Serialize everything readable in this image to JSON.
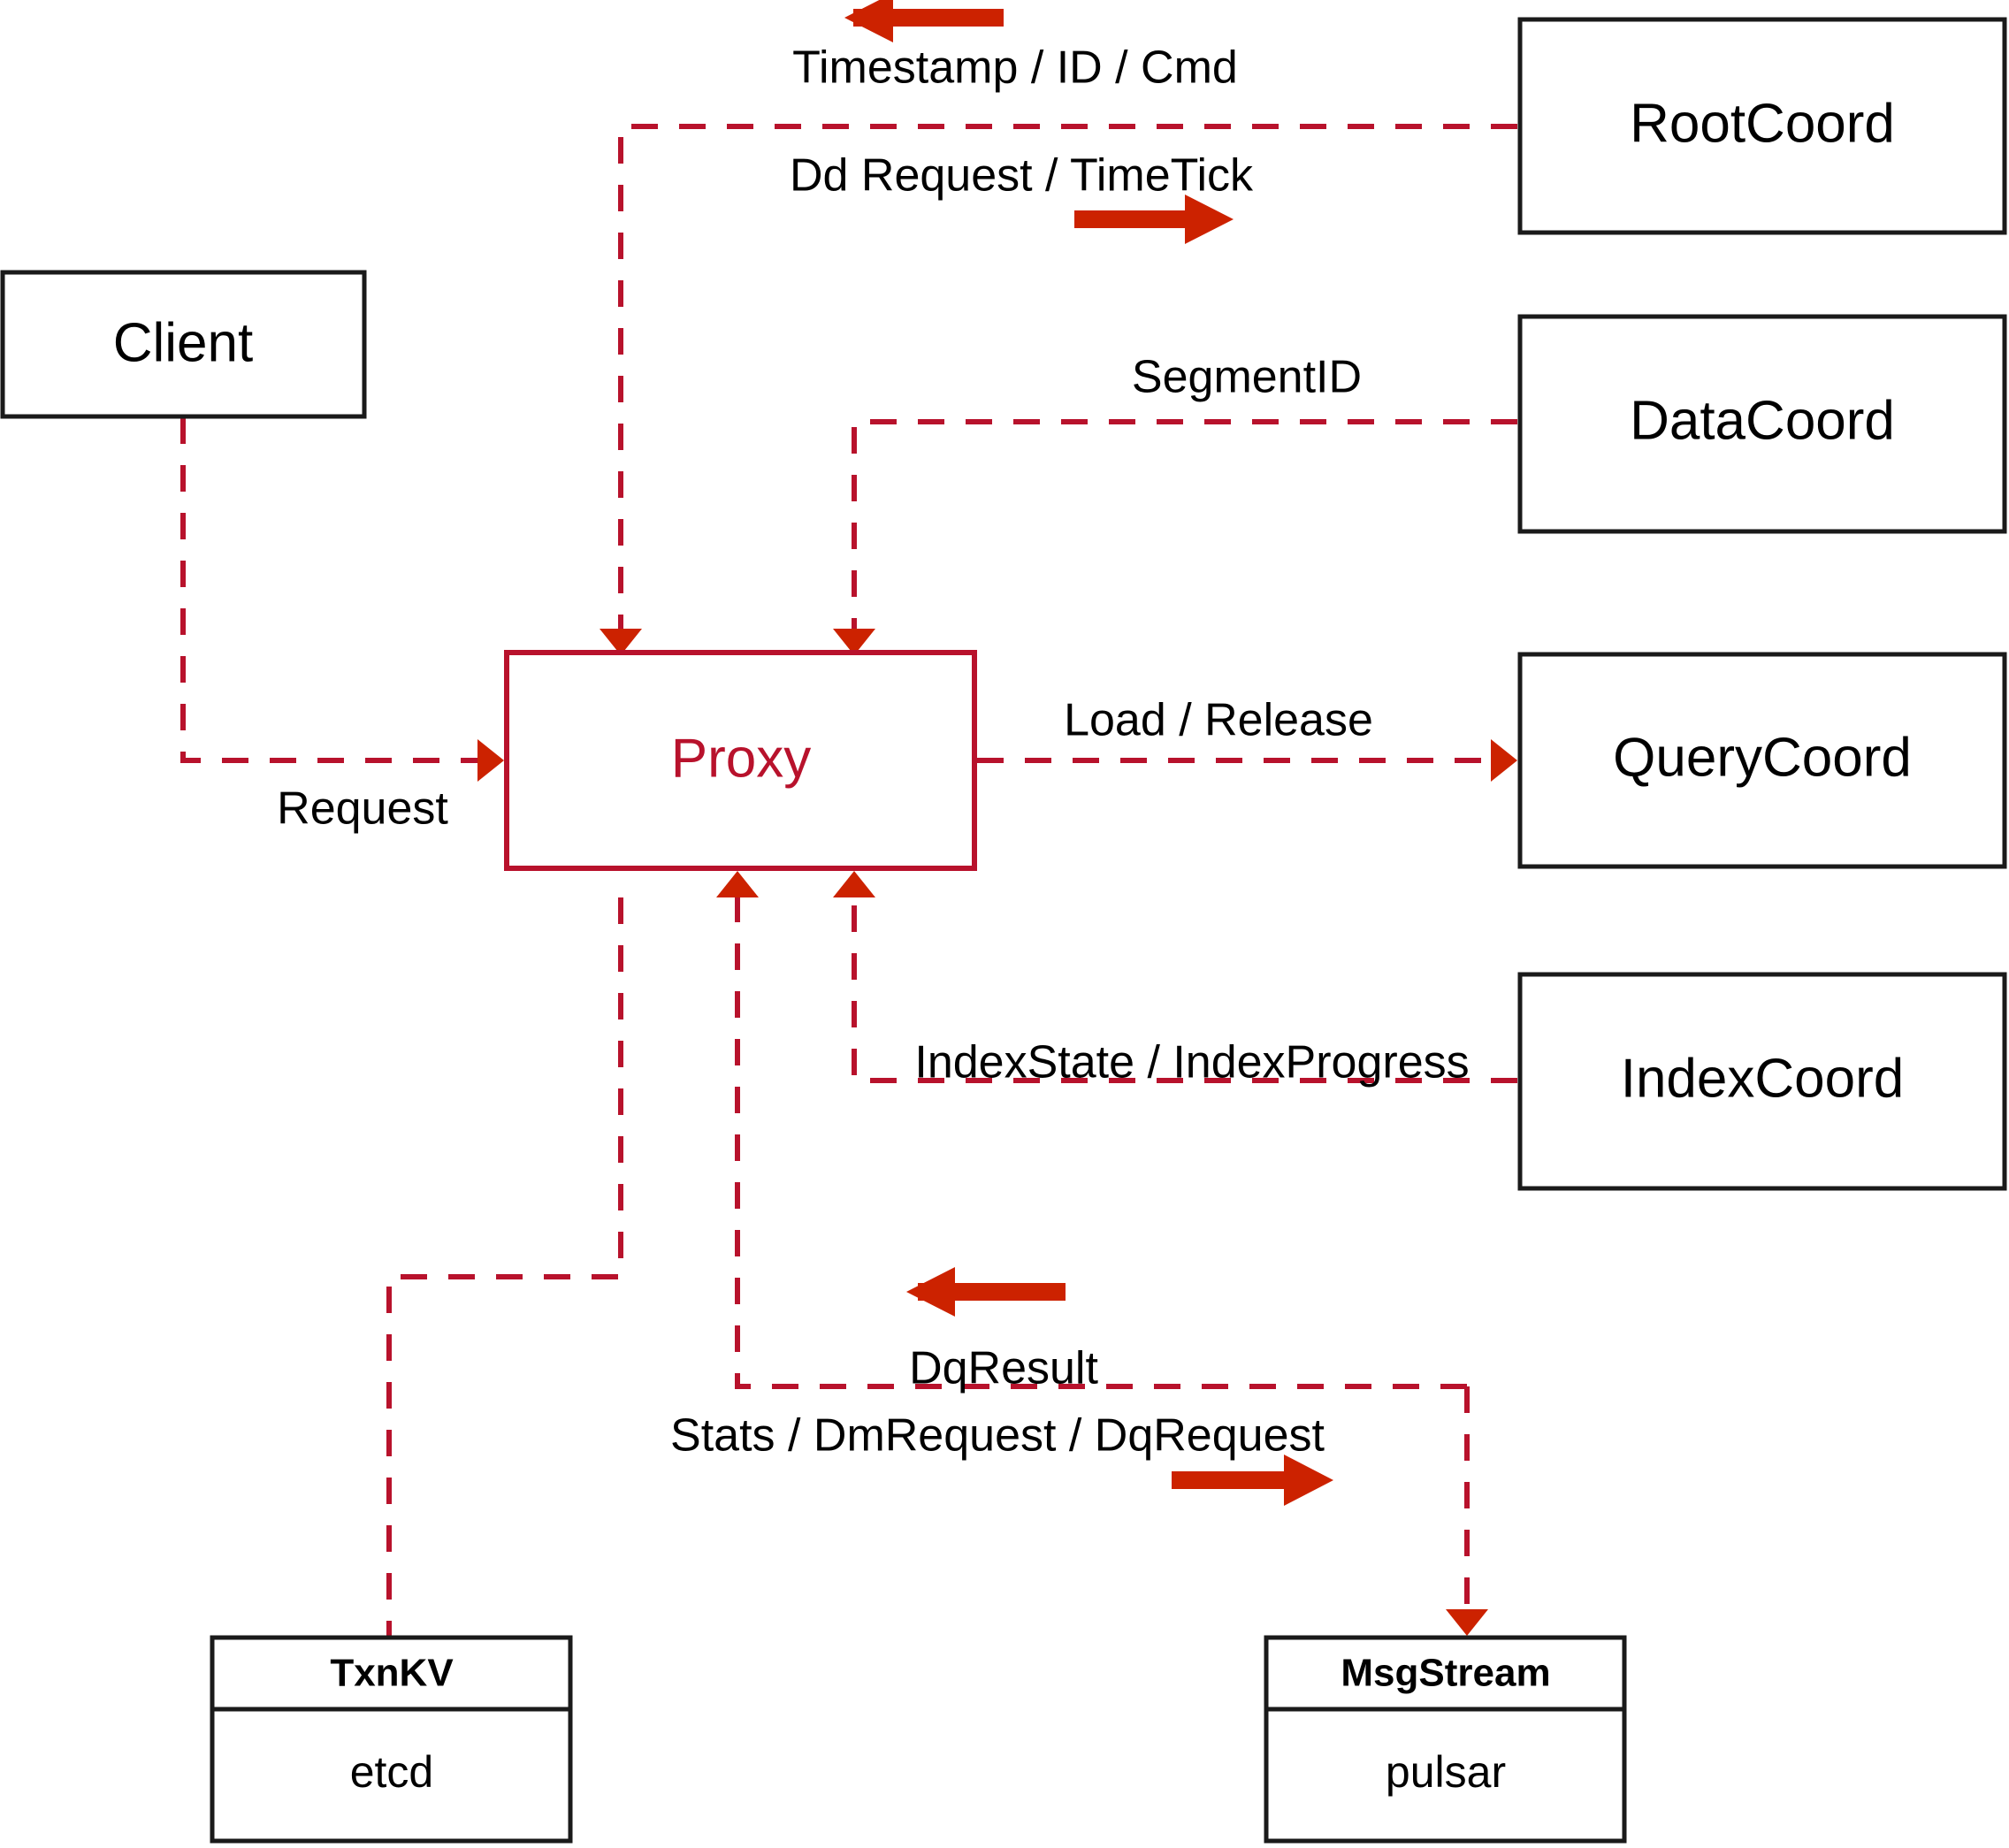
{
  "diagram": {
    "title": "Milvus Proxy interaction diagram",
    "accent_color": "#b8122c",
    "arrow_color": "#cc2200",
    "node_color": "#1a1a1a"
  },
  "nodes": {
    "client": {
      "label": "Client"
    },
    "proxy": {
      "label": "Proxy"
    },
    "root_coord": {
      "label": "RootCoord"
    },
    "data_coord": {
      "label": "DataCoord"
    },
    "query_coord": {
      "label": "QueryCoord"
    },
    "index_coord": {
      "label": "IndexCoord"
    }
  },
  "stores": {
    "txnkv": {
      "title": "TxnKV",
      "impl": "etcd"
    },
    "msgstream": {
      "title": "MsgStream",
      "impl": "pulsar"
    }
  },
  "edges": [
    {
      "id": "client-to-proxy",
      "label": "Request",
      "from": "Client",
      "to": "Proxy",
      "direction": "right"
    },
    {
      "id": "rootcoord-to-proxy",
      "label": "Timestamp / ID / Cmd",
      "from": "RootCoord",
      "to": "Proxy",
      "direction": "left"
    },
    {
      "id": "proxy-to-rootcoord",
      "label": "Dd Request / TimeTick",
      "from": "Proxy",
      "to": "RootCoord",
      "direction": "right"
    },
    {
      "id": "datacoord-to-proxy",
      "label": "SegmentID",
      "from": "DataCoord",
      "to": "Proxy",
      "direction": "left"
    },
    {
      "id": "proxy-to-querycoord",
      "label": "Load / Release",
      "from": "Proxy",
      "to": "QueryCoord",
      "direction": "right"
    },
    {
      "id": "indexcoord-to-proxy",
      "label": "IndexState / IndexProgress",
      "from": "IndexCoord",
      "to": "Proxy",
      "direction": "left"
    },
    {
      "id": "msgstream-to-proxy",
      "label": "DqResult",
      "from": "MsgStream",
      "to": "Proxy",
      "direction": "left"
    },
    {
      "id": "proxy-to-msgstream",
      "label": "Stats / DmRequest / DqRequest",
      "from": "Proxy",
      "to": "MsgStream",
      "direction": "right"
    },
    {
      "id": "proxy-to-txnkv",
      "label": "",
      "from": "Proxy",
      "to": "TxnKV",
      "direction": "none"
    }
  ]
}
